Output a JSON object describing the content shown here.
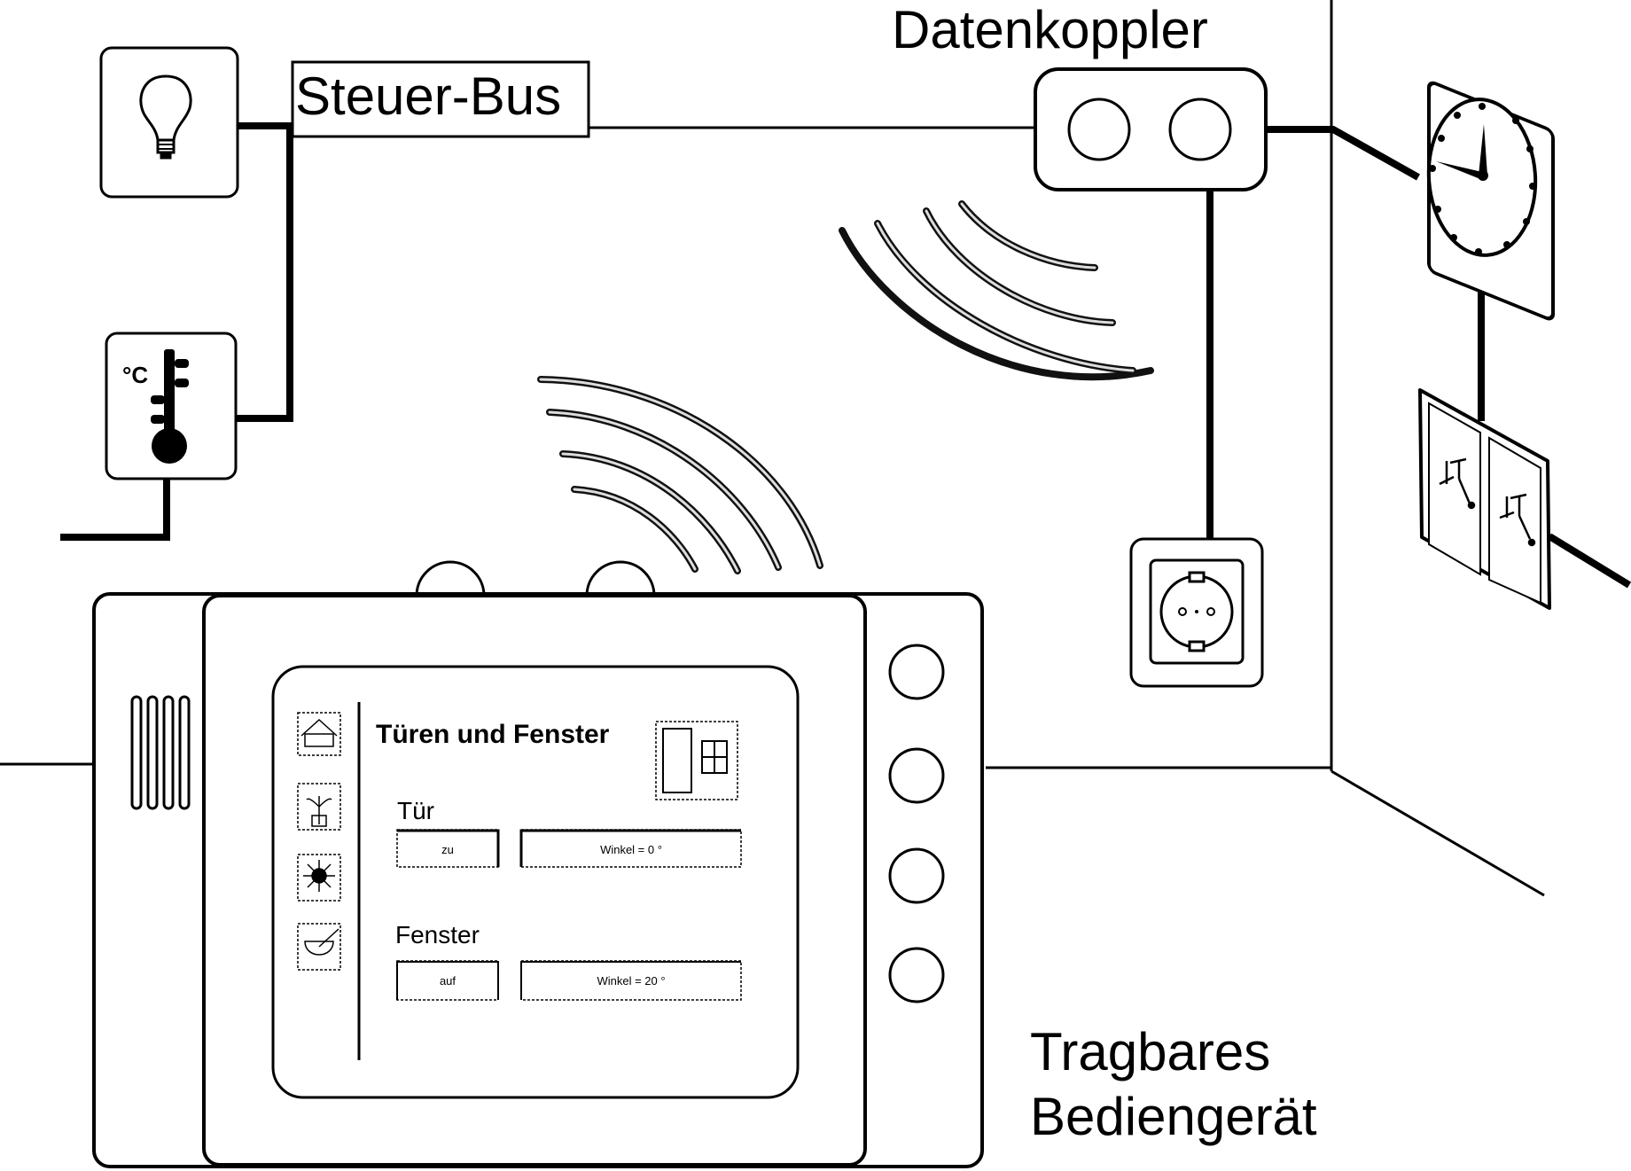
{
  "labels": {
    "bus": "Steuer-Bus",
    "coupler": "Datenkoppler",
    "device_line1": "Tragbares",
    "device_line2": "Bediengerät"
  },
  "thermometer": {
    "unit": "°C"
  },
  "screen": {
    "title": "Türen und Fenster",
    "door": {
      "label": "Tür",
      "button": "zu",
      "angle": "Winkel = 0 °"
    },
    "window": {
      "label": "Fenster",
      "button": "auf",
      "angle": "Winkel = 20 °"
    },
    "nav_icons": [
      "home-icon",
      "plant-icon",
      "sun-icon",
      "kitchen-bowl-icon"
    ]
  },
  "colors": {
    "line": "#000000",
    "background": "#ffffff",
    "wave": "#666666"
  }
}
